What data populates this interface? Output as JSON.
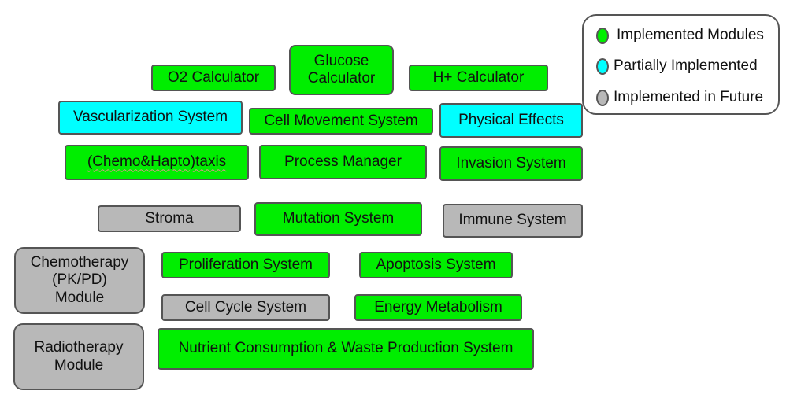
{
  "colors": {
    "implemented": "#00ee00",
    "partial": "#00ffff",
    "future": "#b8b8b8",
    "border": "#555555"
  },
  "modules": {
    "o2_calculator": "O2 Calculator",
    "glucose_calculator": "Glucose\nCalculator",
    "h_calculator": "H+ Calculator",
    "vascularization_system": "Vascularization System",
    "cell_movement_system": "Cell Movement System",
    "physical_effects": "Physical Effects",
    "chemo_hapto_taxis": "(Chemo&Hapto)taxis",
    "process_manager": "Process Manager",
    "invasion_system": "Invasion System",
    "stroma": "Stroma",
    "mutation_system": "Mutation System",
    "immune_system": "Immune System",
    "chemotherapy_module": "Chemotherapy\n(PK/PD)\nModule",
    "proliferation_system": "Proliferation System",
    "apoptosis_system": "Apoptosis System",
    "cell_cycle_system": "Cell Cycle System",
    "energy_metabolism": "Energy Metabolism",
    "radiotherapy_module": "Radiotherapy\nModule",
    "nutrient_consumption": "Nutrient Consumption & Waste Production System"
  },
  "legend": {
    "implemented": "Implemented Modules",
    "partial": "Partially Implemented",
    "future": "Implemented in Future"
  }
}
